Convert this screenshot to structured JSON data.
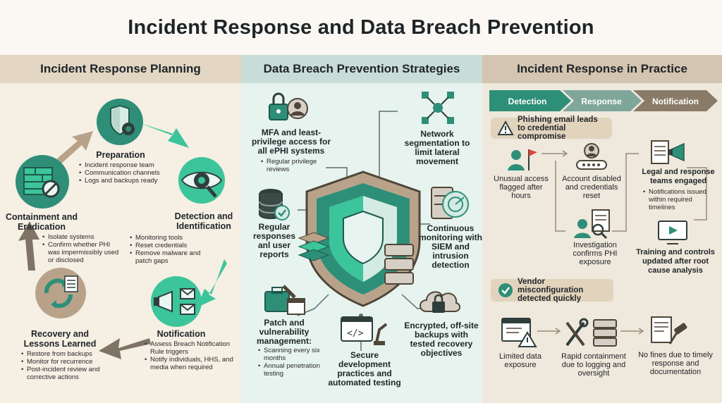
{
  "title": "Incident Response and Data Breach Prevention",
  "panels": {
    "planning": {
      "heading": "Incident Response Planning",
      "preparation": {
        "title": "Preparation",
        "items": [
          "Incident response team",
          "Communication channels",
          "Logs and backups ready"
        ]
      },
      "detection": {
        "title": "Detection and Identification",
        "items": [
          "Monitoring tools",
          "Reset credentials",
          "Remove malware and patch gaps"
        ]
      },
      "notification": {
        "title": "Notification",
        "items": [
          "Assess Breach Notification Rule triggers",
          "Notify individuals, HHS, and media when required"
        ]
      },
      "recovery": {
        "title": "Recovery and Lessons Learned",
        "items": [
          "Restore from backups",
          "Monitor for recurrence",
          "Post-incident review and corrective actions"
        ]
      },
      "containment": {
        "title": "Containment and Eradication",
        "items": [
          "Isolate systems",
          "Confirm whether PHI was impermissibly used or disclosed"
        ]
      }
    },
    "prevention": {
      "heading": "Data Breach Prevention Strategies",
      "mfa": {
        "title": "MFA and least-privilege access for all ePHI systems",
        "items": [
          "Regular privilege reviews"
        ]
      },
      "network": {
        "title": "Network segmentation to limit lateral movement"
      },
      "reviews": {
        "title": "Regular responses anl user reports"
      },
      "monitoring": {
        "title": "Continuous monitoring with SIEM and intrusion detection"
      },
      "patch": {
        "title": "Patch and vulnerability management:",
        "items": [
          "Scanning every six months",
          "Annual penetration testing"
        ]
      },
      "devsec": {
        "title": "Secure development practices and automated testing"
      },
      "backups": {
        "title": "Encrypted, off-site backups with tested recovery objectives"
      }
    },
    "practice": {
      "heading": "Incident Response in Practice",
      "steps": [
        "Detection",
        "Response",
        "Notification"
      ],
      "case1": {
        "badge": "Phishing email leads to credential compromise",
        "unusual": "Unusual access flagged after hours",
        "disabled": "Account disabled and credentials reset",
        "investigation": "Investigation confirms PHI exposure",
        "legal": "Legal and response teams engaged",
        "legal_items": [
          "Notifications issued within required timelines"
        ],
        "training": "Training and controls updated after root cause analysis"
      },
      "case2": {
        "badge": "Vendor misconfiguration detected quickly",
        "limited": "Limited data exposure",
        "rapid": "Rapid containment due to logging and oversight",
        "nofines": "No fines due to timely response and documentation"
      }
    }
  },
  "colors": {
    "teal": "#2e8f79",
    "mint": "#3cc49a",
    "tan": "#b8a38a",
    "taupe": "#7f7366",
    "dark": "#2f3e3b"
  }
}
